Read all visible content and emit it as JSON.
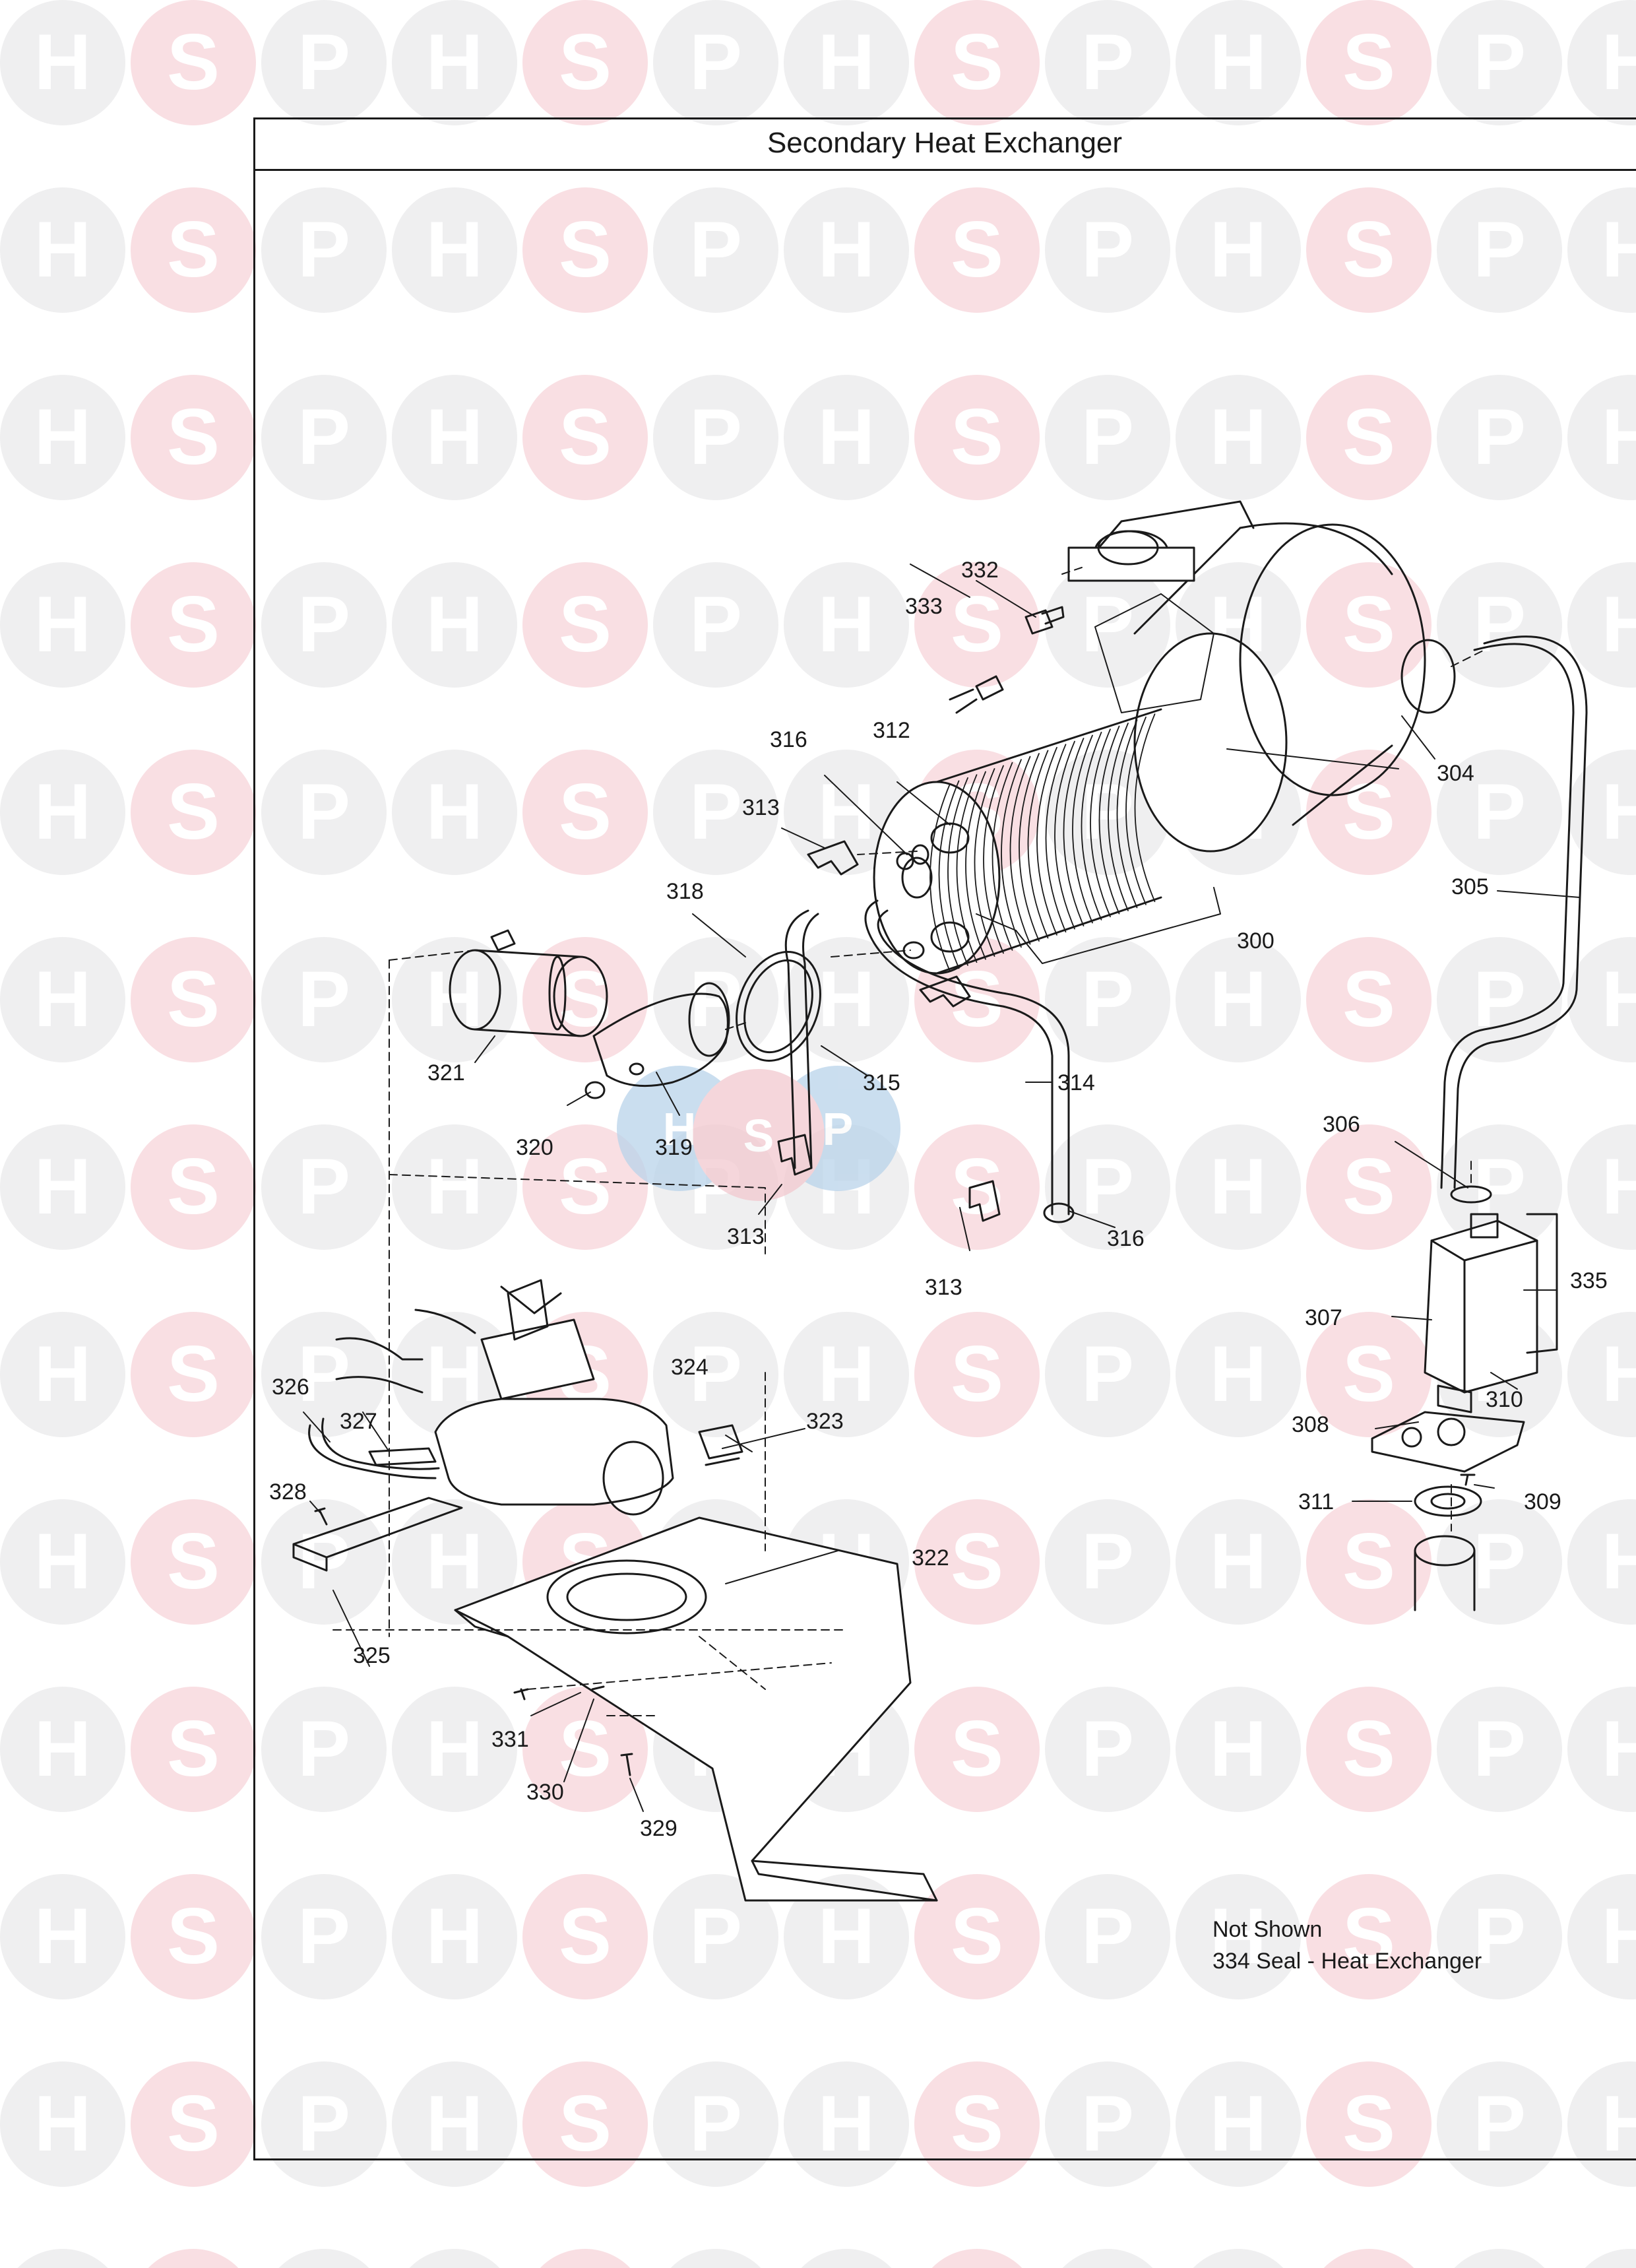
{
  "watermark": {
    "letters": [
      "H",
      "S",
      "P"
    ],
    "colors": {
      "grey": "#efeff0",
      "pink": "#f9dfe3",
      "letter": "#ffffff"
    }
  },
  "center_logo": {
    "letters": [
      "H",
      "S",
      "P"
    ],
    "colors": {
      "blue": "#b9d3ea",
      "red": "#f2c9cf"
    }
  },
  "title": "Secondary Heat Exchanger",
  "callouts": {
    "p300": "300",
    "p304": "304",
    "p305": "305",
    "p306": "306",
    "p307": "307",
    "p308": "308",
    "p309": "309",
    "p310": "310",
    "p311": "311",
    "p312": "312",
    "p313a": "313",
    "p313b": "313",
    "p313c": "313",
    "p314": "314",
    "p315": "315",
    "p316a": "316",
    "p316b": "316",
    "p318": "318",
    "p319": "319",
    "p320": "320",
    "p321": "321",
    "p322": "322",
    "p323": "323",
    "p324": "324",
    "p325": "325",
    "p326": "326",
    "p327": "327",
    "p328": "328",
    "p329": "329",
    "p330": "330",
    "p331": "331",
    "p332": "332",
    "p333": "333",
    "p335": "335"
  },
  "notes": {
    "heading": "Not Shown",
    "item": "334 Seal - Heat Exchanger"
  }
}
